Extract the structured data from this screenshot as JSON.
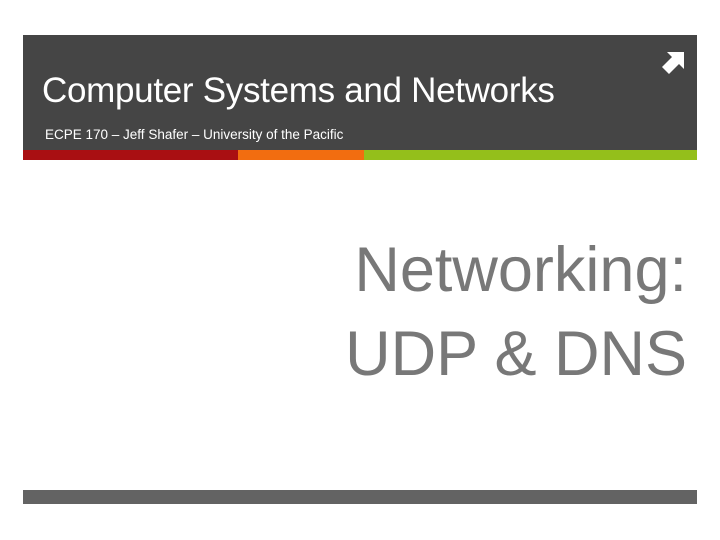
{
  "header": {
    "title": "Computer Systems and Networks",
    "subtitle": "ECPE 170 – Jeff Shafer – University of the Pacific",
    "icon": "arrow-up-right-icon"
  },
  "colors": {
    "header_bg": "#454545",
    "strip": [
      "#a90f12",
      "#f26d10",
      "#94bf1b"
    ],
    "title_text": "#787878",
    "footer_bar": "#636363"
  },
  "slide": {
    "title_line1": "Networking:",
    "title_line2": "UDP & DNS"
  }
}
